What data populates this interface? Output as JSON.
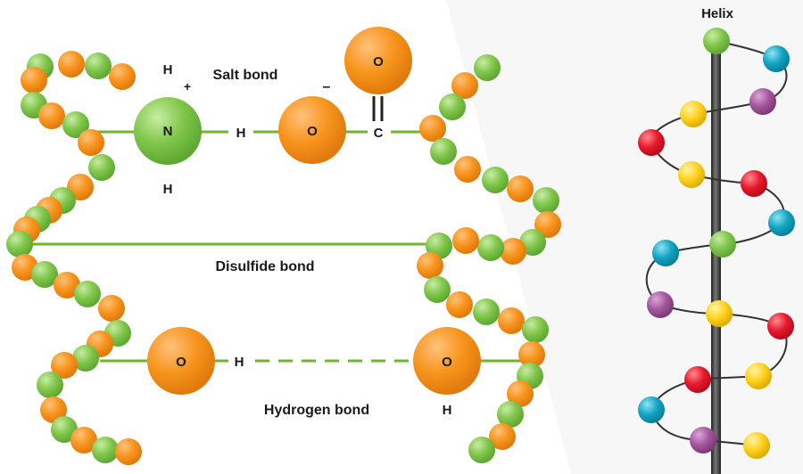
{
  "labels": {
    "salt_bond": "Salt bond",
    "disulfide_bond": "Disulfide bond",
    "hydrogen_bond": "Hydrogen bond",
    "helix": "Helix"
  },
  "atoms": {
    "h_top": "H",
    "plus": "+",
    "n": "N",
    "h_salt": "H",
    "h_below_n": "H",
    "minus": "–",
    "o_salt": "O",
    "c": "C",
    "o_carbonyl": "O",
    "o_hbond_left": "O",
    "h_hbond": "H",
    "o_hbond_right": "O",
    "h_below_o": "H"
  },
  "colors": {
    "chain_green": "#7cc443",
    "chain_orange": "#f7941d",
    "bond_line": "#6fb52e",
    "helix_rod": "#444444",
    "bead_red": "#e8192c",
    "bead_cyan": "#12a5c4",
    "bead_yellow": "#ffd21f",
    "bead_purple": "#a4579e",
    "bead_green": "#7cc443"
  }
}
